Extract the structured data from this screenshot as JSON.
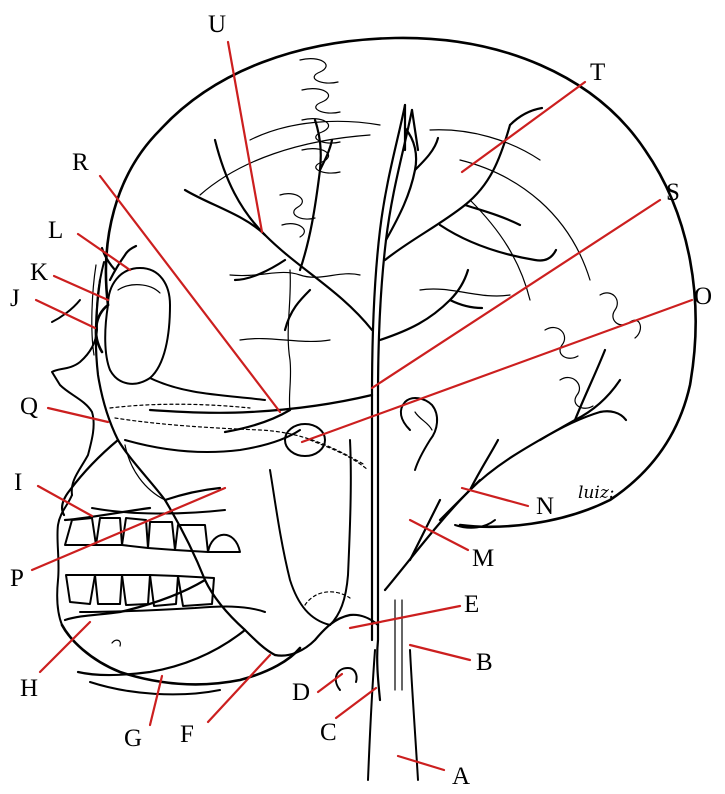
{
  "colors": {
    "line": "#000000",
    "leader": "#cc1f1f",
    "background": "#ffffff"
  },
  "labels": [
    {
      "id": "U",
      "text": "U"
    },
    {
      "id": "T",
      "text": "T"
    },
    {
      "id": "R",
      "text": "R"
    },
    {
      "id": "S",
      "text": "S"
    },
    {
      "id": "L",
      "text": "L"
    },
    {
      "id": "K",
      "text": "K"
    },
    {
      "id": "J",
      "text": "J"
    },
    {
      "id": "O",
      "text": "O"
    },
    {
      "id": "Q",
      "text": "Q"
    },
    {
      "id": "I",
      "text": "I"
    },
    {
      "id": "N",
      "text": "N"
    },
    {
      "id": "M",
      "text": "M"
    },
    {
      "id": "P",
      "text": "P"
    },
    {
      "id": "E",
      "text": "E"
    },
    {
      "id": "B",
      "text": "B"
    },
    {
      "id": "H",
      "text": "H"
    },
    {
      "id": "D",
      "text": "D"
    },
    {
      "id": "G",
      "text": "G"
    },
    {
      "id": "F",
      "text": "F"
    },
    {
      "id": "C",
      "text": "C"
    },
    {
      "id": "A",
      "text": "A"
    }
  ],
  "signature": "luiz:"
}
